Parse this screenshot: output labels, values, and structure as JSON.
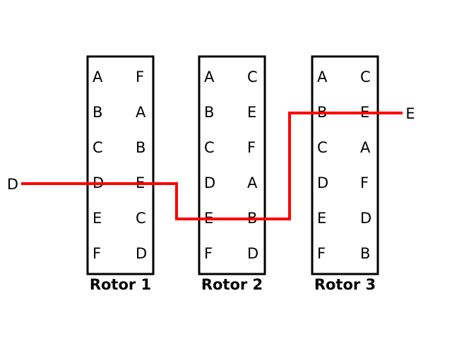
{
  "input_letter": "D",
  "output_letter": "E",
  "signal_color": "#ff0000",
  "rotors": [
    {
      "title": "Rotor 1",
      "left": [
        "A",
        "B",
        "C",
        "D",
        "E",
        "F"
      ],
      "right": [
        "F",
        "A",
        "B",
        "E",
        "C",
        "D"
      ]
    },
    {
      "title": "Rotor 2",
      "left": [
        "A",
        "B",
        "C",
        "D",
        "E",
        "F"
      ],
      "right": [
        "C",
        "E",
        "F",
        "A",
        "B",
        "D"
      ]
    },
    {
      "title": "Rotor 3",
      "left": [
        "A",
        "B",
        "C",
        "D",
        "E",
        "F"
      ],
      "right": [
        "C",
        "E",
        "A",
        "F",
        "D",
        "B"
      ]
    }
  ]
}
